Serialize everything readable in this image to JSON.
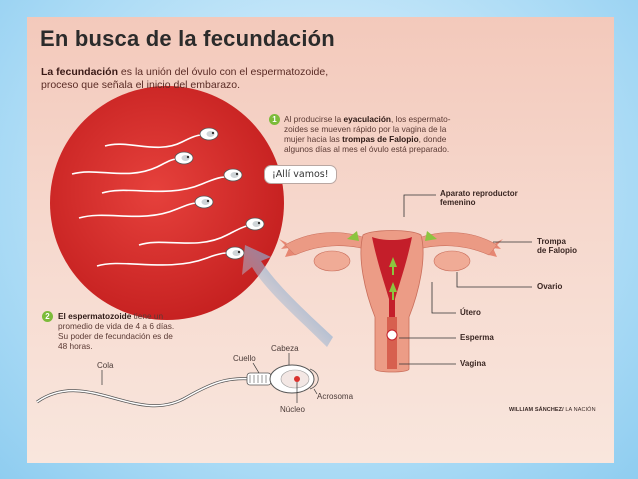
{
  "title": "En busca de la fecundación",
  "intro": {
    "term": "La fecundación",
    "line1_rest": " es la unión del óvulo con el espermatozoide,",
    "line2": "proceso que señala el inicio del embarazo."
  },
  "step1": {
    "number": "1",
    "part1": "Al producirse la ",
    "bold1": "eyaculación",
    "part2": ", los espermato-",
    "line2": "zoides se mueven rápido por la vagina de la",
    "line3_start": "mujer hacia las ",
    "bold2": "trompas de Falopio",
    "line3_end": ", donde",
    "line4": "algunos días al mes el óvulo está preparado."
  },
  "speech_bubble": "¡Allí vamos!",
  "step2": {
    "number": "2",
    "bold": "El espermatozoide",
    "line1_rest": " tiene un",
    "line2": "promedio de vida de 4 a 6 días.",
    "line3": "Su poder de fecundación  es de",
    "line4": "48 horas."
  },
  "sperm_labels": {
    "tail": "Cola",
    "neck": "Cuello",
    "head": "Cabeza",
    "acrosome": "Acrosoma",
    "nucleus": "Núcleo"
  },
  "anatomy_labels": {
    "system_line1": "Aparato reproductor",
    "system_line2": "femenino",
    "tube_line1": "Trompa",
    "tube_line2": "de Falopio",
    "ovary": "Ovario",
    "uterus": "Útero",
    "sperm": "Esperma",
    "vagina": "Vagina"
  },
  "credit": {
    "author": "WILLIAM SÁNCHEZ/",
    "outlet": " LA NACIÓN"
  },
  "colors": {
    "badge": "#7cbb3a",
    "circle": "#d9312d",
    "arrow": "#3f8fd6",
    "uterus": "#e98f78"
  }
}
